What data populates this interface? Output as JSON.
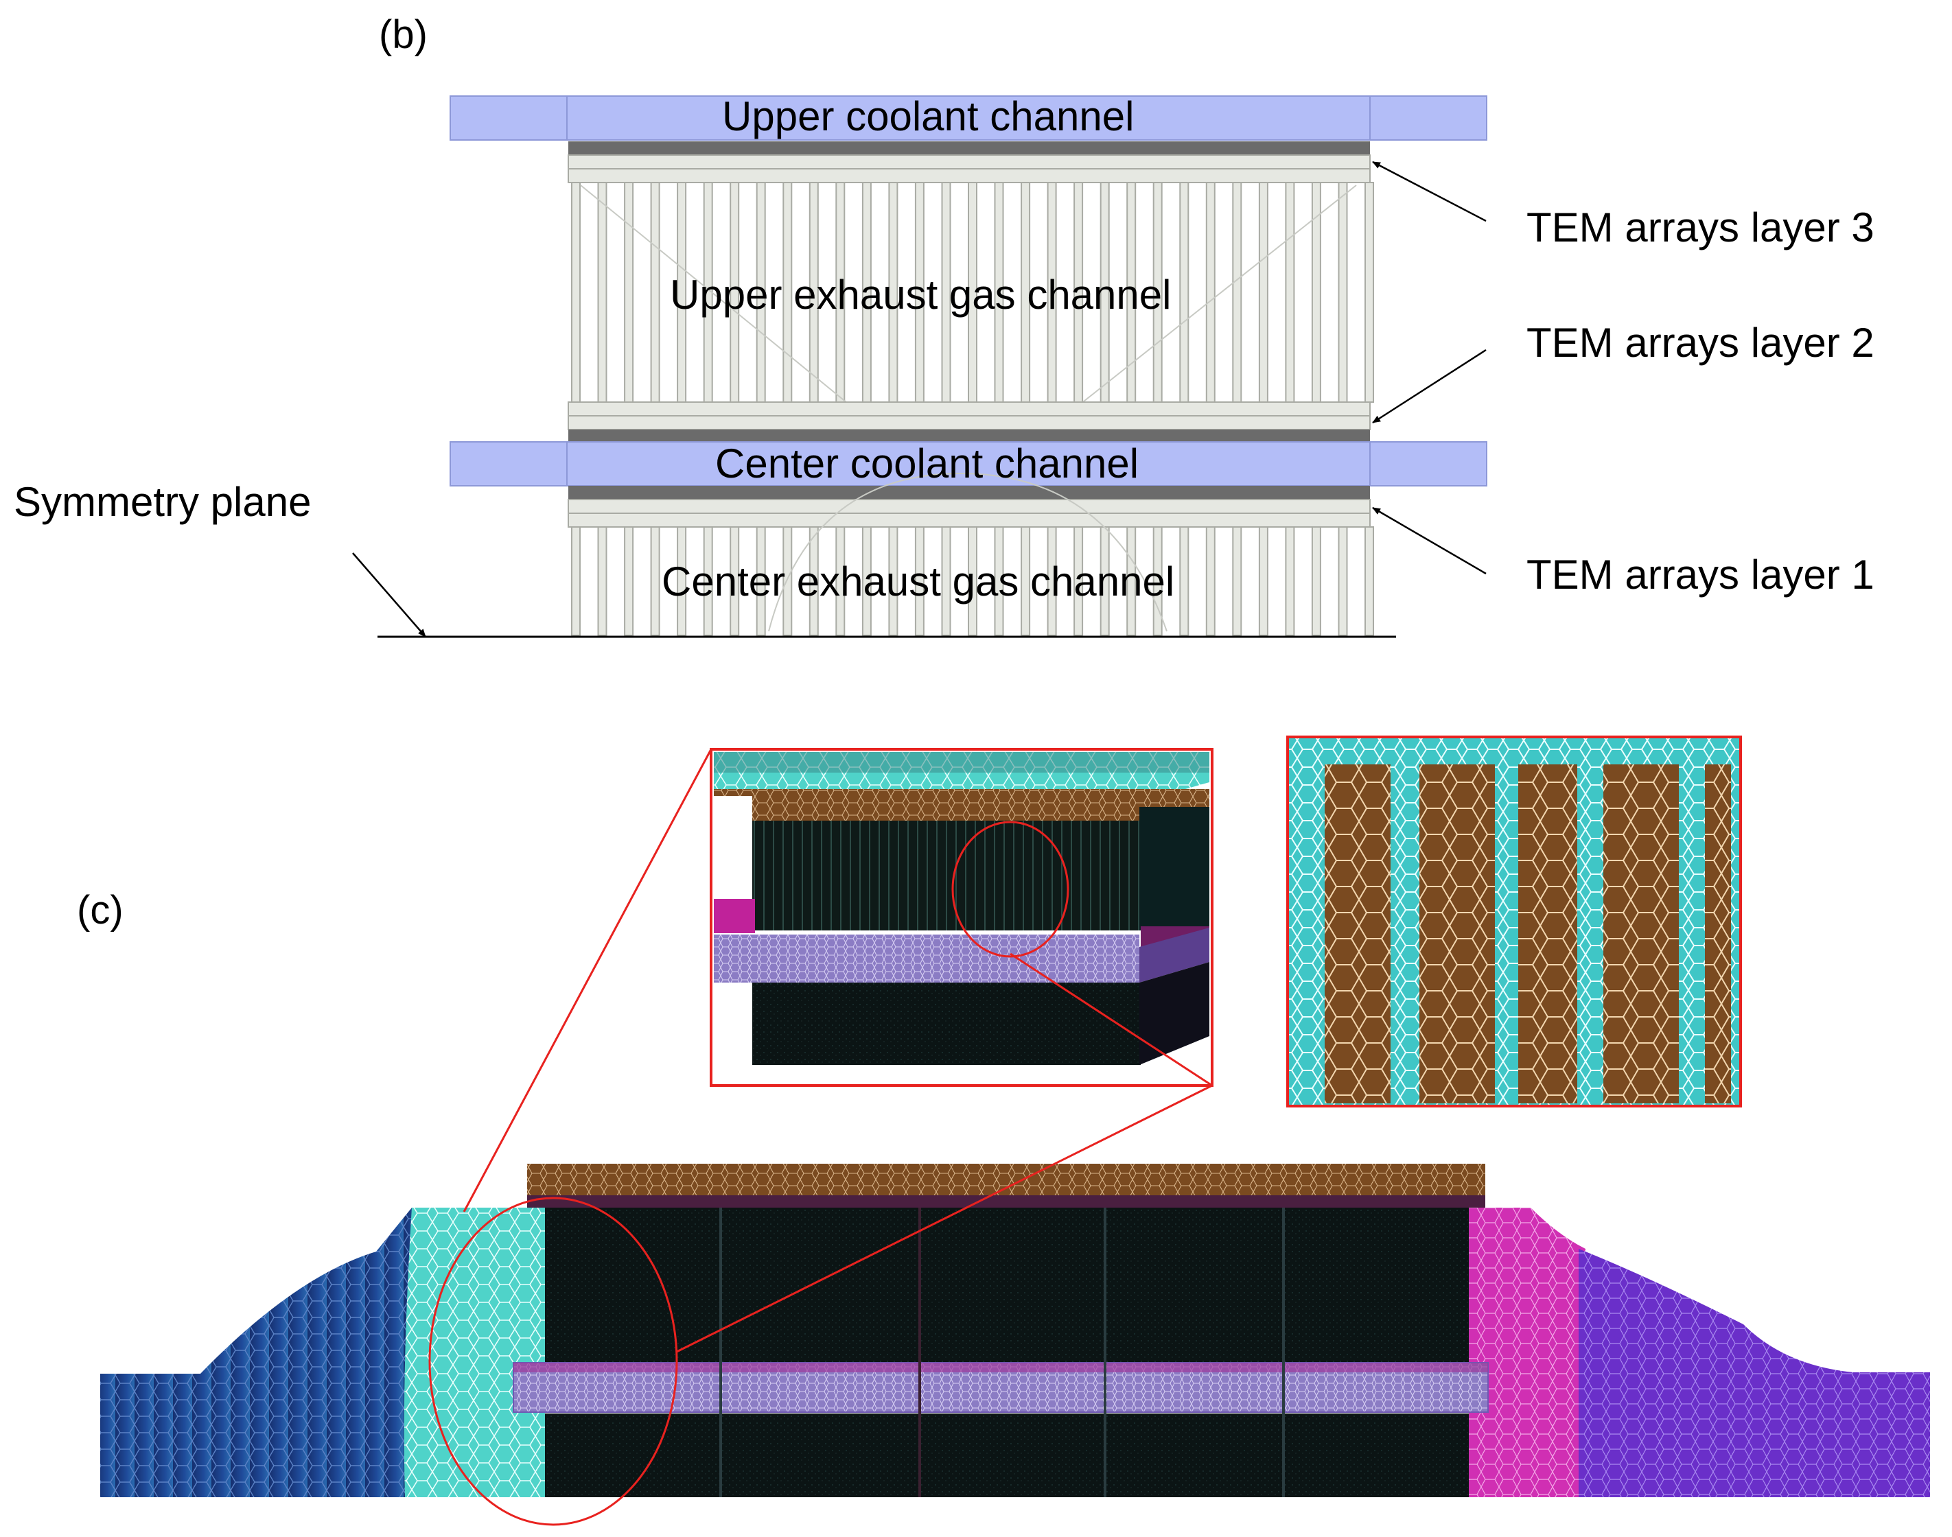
{
  "panel_b": {
    "label": "(b)",
    "upper_coolant": "Upper coolant channel",
    "upper_exhaust": "Upper exhaust gas channel",
    "center_coolant": "Center coolant channel",
    "center_exhaust": "Center exhaust gas channel",
    "symmetry": "Symmetry plane",
    "tem_layer_3": "TEM arrays layer 3",
    "tem_layer_2": "TEM arrays layer 2",
    "tem_layer_1": "TEM arrays layer 1"
  },
  "panel_c": {
    "label": "(c)"
  },
  "colors": {
    "coolant": "#b3bdf7",
    "plate": "#e6e8e2",
    "dark_plate": "#6b6b6b",
    "callout": "#e8221f",
    "mesh_dark": "#0b1414",
    "mesh_cyan": "#4fd3c9",
    "mesh_brown": "#7a4a20",
    "mesh_navy": "#1a3a7a",
    "mesh_magenta": "#d02fb3",
    "mesh_purple": "#6a2fc9"
  }
}
